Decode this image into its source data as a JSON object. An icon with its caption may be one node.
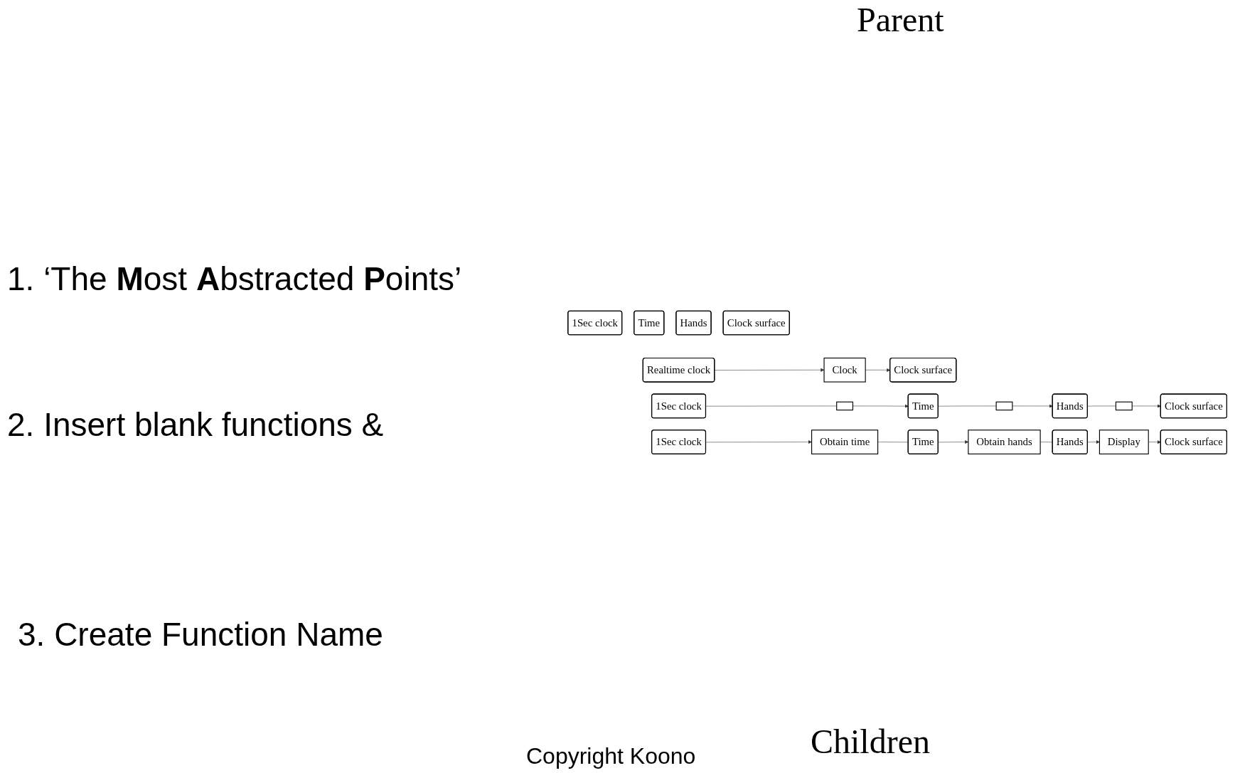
{
  "diagram": {
    "nodes": [
      {
        "text": [
          "Realtime clock"
        ]
      },
      {
        "text": [
          "Clock"
        ]
      },
      {
        "text": [
          "Clock surface"
        ]
      },
      {
        "text": [
          "1Sec clock"
        ]
      },
      {
        "text": [
          "Time"
        ]
      },
      {
        "text": [
          "Hands"
        ]
      },
      {
        "text": [
          "Clock surface"
        ]
      },
      {
        "text": [
          "1Sec clock"
        ]
      },
      {
        "text": [],
        "shape": "box"
      },
      {
        "text": [
          "Time"
        ]
      },
      {
        "text": [],
        "shape": "box"
      },
      {
        "text": [
          "Hands"
        ]
      },
      {
        "text": [],
        "shape": "box"
      },
      {
        "text": [
          "Clock surface"
        ]
      },
      {
        "text": [
          "1Sec clock"
        ]
      },
      {
        "text": [
          "Obtain time"
        ]
      },
      {
        "text": [
          "Time"
        ]
      },
      {
        "text": [
          "Obtain hands"
        ]
      },
      {
        "text": [
          "Hands"
        ]
      },
      {
        "text": [
          "Display"
        ]
      },
      {
        "text": [
          "Clock surface"
        ]
      }
    ],
    "edges": [
      {
        "from": 0,
        "to": 1,
        "arrow": "to"
      },
      {
        "from": 1,
        "to": 2,
        "arrow": "to"
      },
      {
        "from": 7,
        "to": 8,
        "arrow": "none"
      },
      {
        "from": 8,
        "to": 9,
        "arrow": "to"
      },
      {
        "from": 9,
        "to": 10,
        "arrow": "none"
      },
      {
        "from": 10,
        "to": 11,
        "arrow": "to"
      },
      {
        "from": 11,
        "to": 12,
        "arrow": "none"
      },
      {
        "from": 12,
        "to": 13,
        "arrow": "to"
      },
      {
        "from": 14,
        "to": 15,
        "arrow": "to"
      },
      {
        "from": 15,
        "to": 16,
        "arrow": "none"
      },
      {
        "from": 16,
        "to": 17,
        "arrow": "to"
      },
      {
        "from": 17,
        "to": 18,
        "arrow": "none"
      },
      {
        "from": 18,
        "to": 19,
        "arrow": "to"
      },
      {
        "from": 19,
        "to": 20,
        "arrow": "to"
      }
    ],
    "labels": [
      "Parent",
      "1.  ‘The **M**ost **A**bstracted **P**oints’",
      "2. Insert blank functions &",
      "3. Create Function Name",
      "Children",
      "Copyright Koono"
    ]
  }
}
